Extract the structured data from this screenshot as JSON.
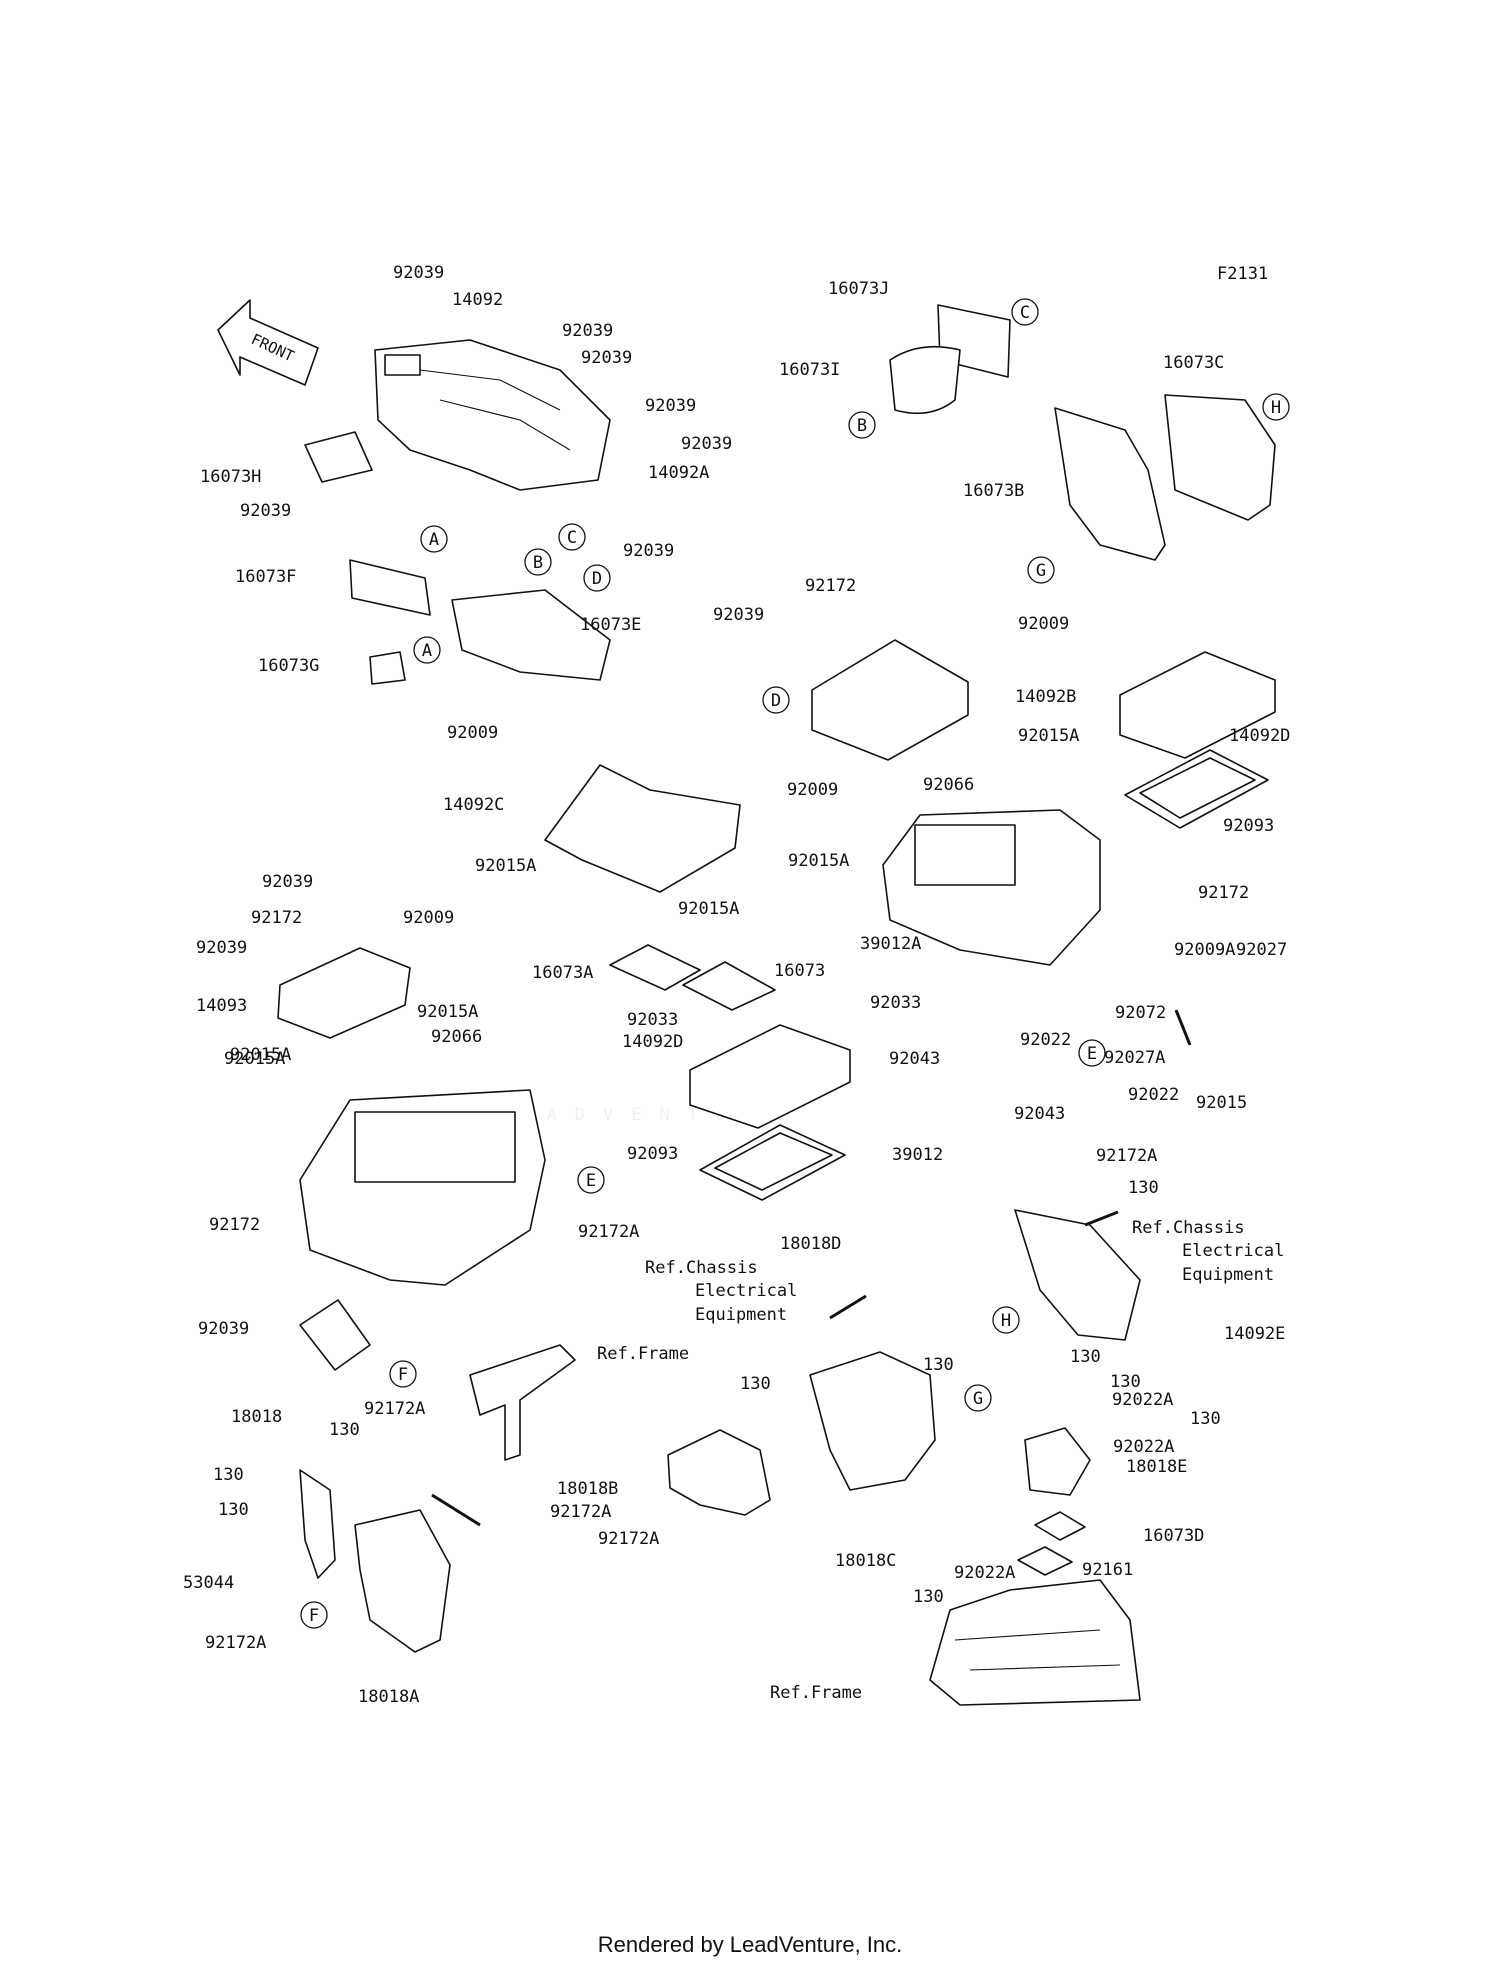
{
  "figure_code": "F2131",
  "front_label": "FRONT",
  "watermark": "LEADVENTURE",
  "footer": "Rendered by LeadVenture, Inc.",
  "refs": {
    "chassis_line1": "Ref.Chassis",
    "chassis_line2": "Electrical",
    "chassis_line3": "Equipment",
    "frame": "Ref.Frame"
  },
  "callouts": [
    "A",
    "B",
    "C",
    "D",
    "E",
    "F",
    "G",
    "H"
  ],
  "labels": [
    "92039",
    "14092",
    "92039",
    "92039",
    "92039",
    "92039",
    "16073H",
    "92039",
    "14092A",
    "92039",
    "16073F",
    "16073E",
    "16073G",
    "16073J",
    "16073I",
    "16073C",
    "16073B",
    "92172",
    "92039",
    "92009",
    "14092B",
    "92015A",
    "14092D",
    "92093",
    "92009",
    "92009",
    "14092C",
    "92015A",
    "92015A",
    "92015A",
    "92015A",
    "92066",
    "16073A",
    "16073",
    "39012A",
    "92172",
    "92039",
    "92172",
    "92009",
    "92039",
    "14093",
    "92015A",
    "92066",
    "92015A",
    "92022",
    "92072",
    "92009A",
    "92027",
    "92027A",
    "92022",
    "92015",
    "92043",
    "92033",
    "92033",
    "14092D",
    "92043",
    "92093",
    "39012",
    "92172",
    "92172A",
    "92172A",
    "130",
    "18018D",
    "14092E",
    "92039",
    "18018",
    "130",
    "130",
    "130",
    "53044",
    "92172A",
    "18018B",
    "92172A",
    "130",
    "92172A",
    "18018C",
    "130",
    "130",
    "130",
    "92022A",
    "130",
    "92022A",
    "18018E",
    "16073D",
    "92161",
    "130",
    "92022A",
    "92172A",
    "18018A"
  ]
}
